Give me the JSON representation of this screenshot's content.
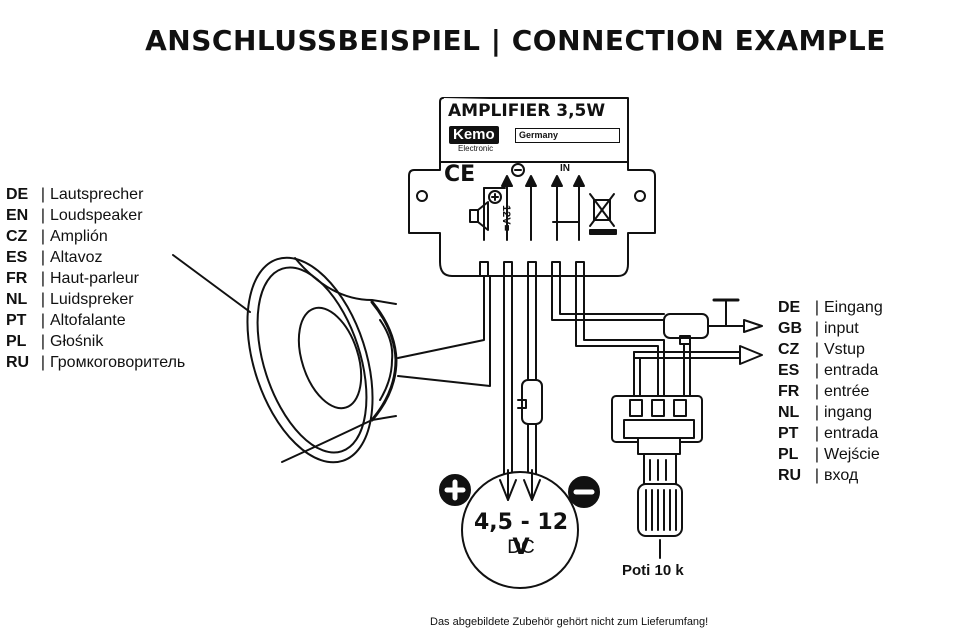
{
  "title": "ANSCHLUSSBEISPIEL | CONNECTION EXAMPLE",
  "separator": "|",
  "amplifier": {
    "model": "AMPLIFIER 3,5W",
    "brand": "Kemo",
    "country": "Germany",
    "brand_sub": "Electronic",
    "ce_mark": "CE",
    "in_mark": "IN",
    "v12_mark": "12V="
  },
  "speaker_legend": [
    {
      "code": "DE",
      "label": "Lautsprecher"
    },
    {
      "code": "EN",
      "label": "Loudspeaker"
    },
    {
      "code": "CZ",
      "label": "Amplión"
    },
    {
      "code": "ES",
      "label": "Altavoz"
    },
    {
      "code": "FR",
      "label": "Haut-parleur"
    },
    {
      "code": "NL",
      "label": "Luidspreker"
    },
    {
      "code": "PT",
      "label": "Altofalante"
    },
    {
      "code": "PL",
      "label": "Głośnik"
    },
    {
      "code": "RU",
      "label": "Громкоговоритель"
    }
  ],
  "input_legend": [
    {
      "code": "DE",
      "label": "Eingang"
    },
    {
      "code": "GB",
      "label": "input"
    },
    {
      "code": "CZ",
      "label": "Vstup"
    },
    {
      "code": "ES",
      "label": "entrada"
    },
    {
      "code": "FR",
      "label": "entrée"
    },
    {
      "code": "NL",
      "label": "ingang"
    },
    {
      "code": "PT",
      "label": "entrada"
    },
    {
      "code": "PL",
      "label": "Wejście"
    },
    {
      "code": "RU",
      "label": "вход"
    }
  ],
  "power": {
    "voltage": "4,5 - 12 V",
    "type": "DC"
  },
  "potentiometer_label": "Poti 10 k",
  "footnote": "Das abgebildete Zubehör gehört nicht zum Lieferumfang!",
  "colors": {
    "line": "#111111",
    "background": "#ffffff"
  }
}
